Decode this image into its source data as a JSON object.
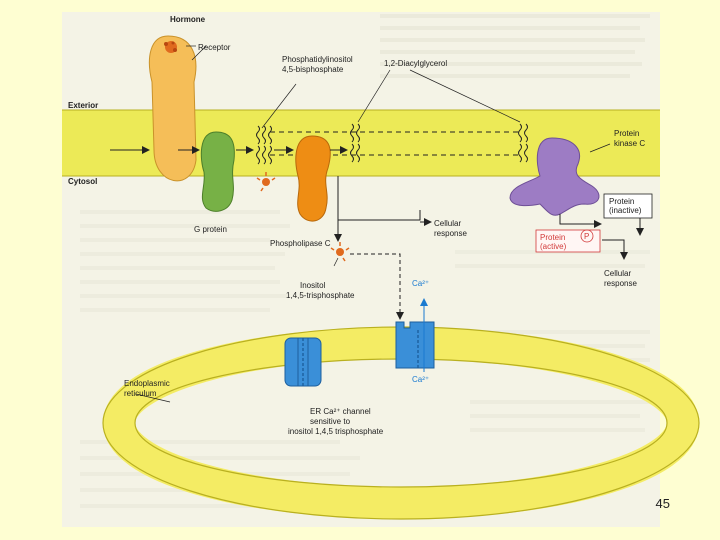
{
  "colors": {
    "slide_background": "#fefed2",
    "figure_background": "#f4f3e6",
    "membrane": "#ecea57",
    "membrane_edge": "#b9b020",
    "receptor": "#f5be58",
    "g_protein": "#77b146",
    "phospholipase": "#ee8d14",
    "protein_kinase": "#9d7cc4",
    "channel": "#3a8fd8",
    "er_ring": "#f4ec64",
    "ca_text": "#1a7ad0",
    "active_text": "#d23a3a"
  },
  "labels": {
    "hormone": "Hormone",
    "receptor": "Receptor",
    "exterior": "Exterior",
    "cytosol": "Cytosol",
    "pip2_line1": "Phosphatidylinositol",
    "pip2_line2": "4,5-bisphosphate",
    "dag": "1,2-Diacylglycerol",
    "pkc_line1": "Protein",
    "pkc_line2": "kinase C",
    "g_protein": "G protein",
    "phospholipase_c": "Phospholipase C",
    "cellular_response_1_line1": "Cellular",
    "cellular_response_1_line2": "response",
    "protein_inactive_line1": "Protein",
    "protein_inactive_line2": "(inactive)",
    "protein_active_line1": "Protein",
    "protein_active_line2": "(active)",
    "phosphate_symbol": "P",
    "cellular_response_2_line1": "Cellular",
    "cellular_response_2_line2": "response",
    "ip3_line1": "Inositol",
    "ip3_line2": "1,4,5-trisphosphate",
    "ca_upper": "Ca²⁺",
    "ca_lower": "Ca²⁺",
    "er_line1": "Endoplasmic",
    "er_line2": "reticulum",
    "channel_line1": "ER Ca²⁺ channel",
    "channel_line2": "sensitive to",
    "channel_line3": "inositol 1,4,5 trisphosphate"
  },
  "slide_number": "45"
}
